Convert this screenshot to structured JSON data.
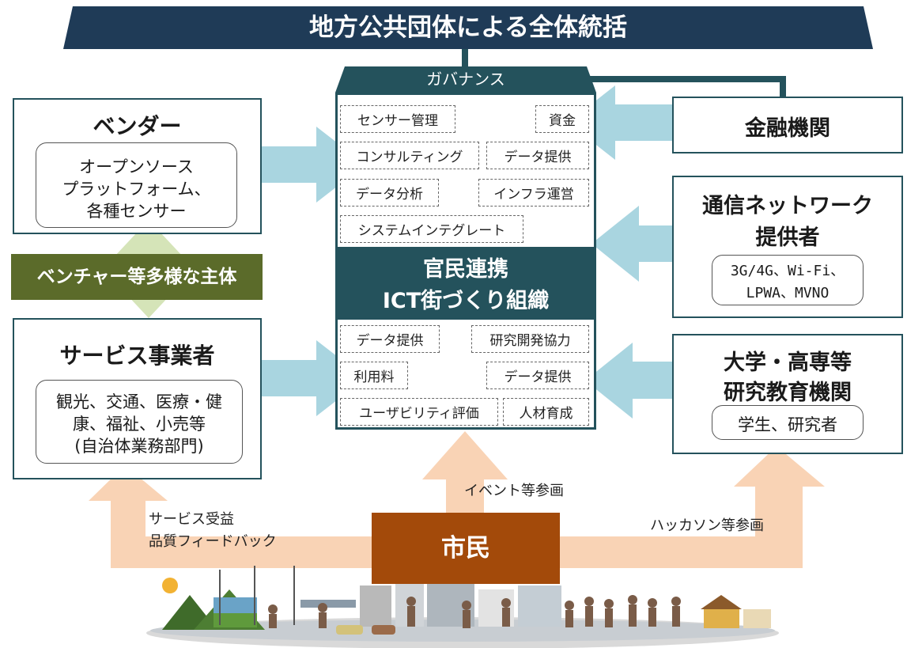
{
  "banner": {
    "title": "地方公共団体による全体統括"
  },
  "governance": {
    "label": "ガバナンス"
  },
  "center": {
    "title_line1": "官民連携",
    "title_line2": "ICT街づくり組織",
    "top_tags": [
      "センサー管理",
      "資金",
      "コンサルティング",
      "データ提供",
      "データ分析",
      "インフラ運営",
      "システムインテグレート"
    ],
    "bottom_tags": [
      "データ提供",
      "研究開発協力",
      "利用料",
      "データ提供",
      "ユーザビリティ評価",
      "人材育成"
    ]
  },
  "vendor": {
    "title": "ベンダー",
    "desc_line1": "オープンソース",
    "desc_line2": "プラットフォーム、",
    "desc_line3": "各種センサー"
  },
  "venture": {
    "label": "ベンチャー等多様な主体"
  },
  "service": {
    "title": "サービス事業者",
    "desc_line1": "観光、交通、医療・健",
    "desc_line2": "康、福祉、小売等",
    "desc_line3": "(自治体業務部門)"
  },
  "finance": {
    "title": "金融機関"
  },
  "network": {
    "title_line1": "通信ネットワーク",
    "title_line2": "提供者",
    "desc_line1": "3G/4G、Wi-Fi、",
    "desc_line2": "LPWA、MVNO"
  },
  "university": {
    "title_line1": "大学・高専等",
    "title_line2": "研究教育機関",
    "desc": "学生、研究者"
  },
  "citizen": {
    "label": "市民"
  },
  "arrow_labels": {
    "event": "イベント等参画",
    "hackathon": "ハッカソン等参画",
    "service_line1": "サービス受益",
    "service_line2": "品質フィードバック"
  },
  "colors": {
    "dark_teal": "#24525c",
    "banner_navy": "#1f3b57",
    "light_blue_arrow": "#a9d5e0",
    "peach_arrow": "#f9d3b5",
    "olive": "#5b6b2a",
    "light_green": "#d5e4b8",
    "citizen_brown": "#a34a0a"
  }
}
